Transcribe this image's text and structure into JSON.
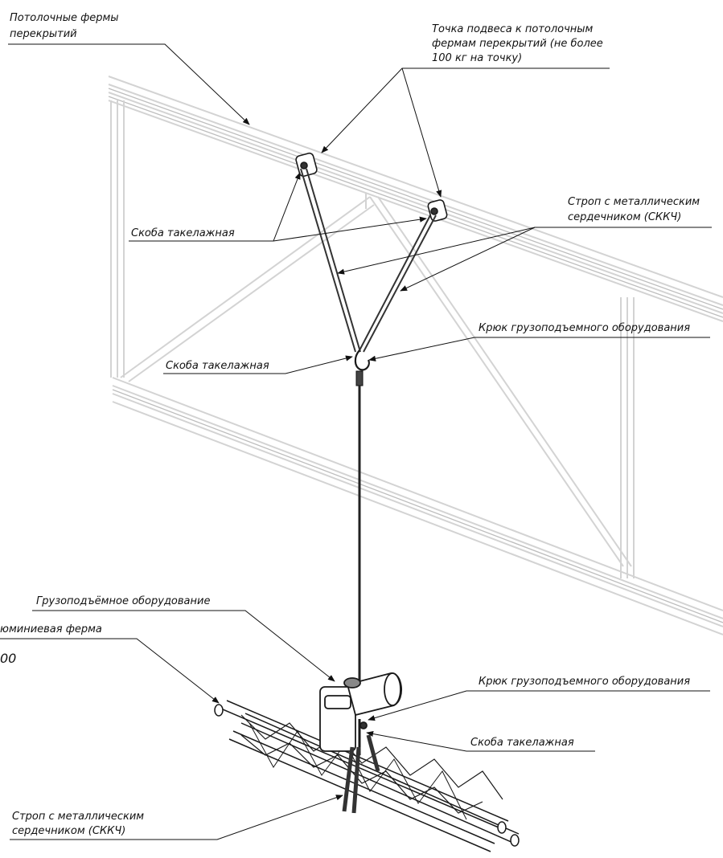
{
  "labels": {
    "ceiling_truss": [
      "Потолочные фермы",
      "перекрытий"
    ],
    "suspension_point": [
      "Точка подвеса к потолочным",
      "фермам перекрытий (не более",
      "100 кг на точку)"
    ],
    "sling_top": [
      "Строп с металлическим",
      "сердечником (СККЧ)"
    ],
    "shackle_top": "Скоба такелажная",
    "hook_top": "Крюк грузоподъемного оборудования",
    "shackle_mid": "Скоба такелажная",
    "hoist": "Грузоподъёмное оборудование",
    "aluminum_truss": "юминиевая ферма",
    "fragment_left": "00",
    "hook_bottom": "Крюк грузоподъемного оборудования",
    "shackle_bottom": "Скоба такелажная",
    "sling_bottom": [
      "Строп с металлическим",
      "сердечником (СККЧ)"
    ]
  }
}
